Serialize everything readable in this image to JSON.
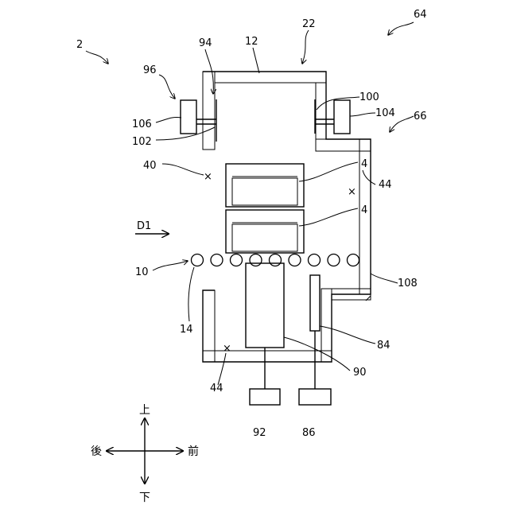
{
  "labels": {
    "n2": "2",
    "n64": "64",
    "n22": "22",
    "n12": "12",
    "n94": "94",
    "n96": "96",
    "n100": "100",
    "n104": "104",
    "n106": "106",
    "n102": "102",
    "n66": "66",
    "n40": "40",
    "n4a": "4",
    "n4b": "4",
    "n44a": "44",
    "n44b": "44",
    "d1": "D1",
    "n10": "10",
    "n108": "108",
    "n14": "14",
    "n84": "84",
    "n90": "90",
    "n92": "92",
    "n86": "86"
  },
  "directions": {
    "up": "上",
    "down": "下",
    "back": "後",
    "front": "前"
  },
  "rollers": {
    "count": 9
  }
}
